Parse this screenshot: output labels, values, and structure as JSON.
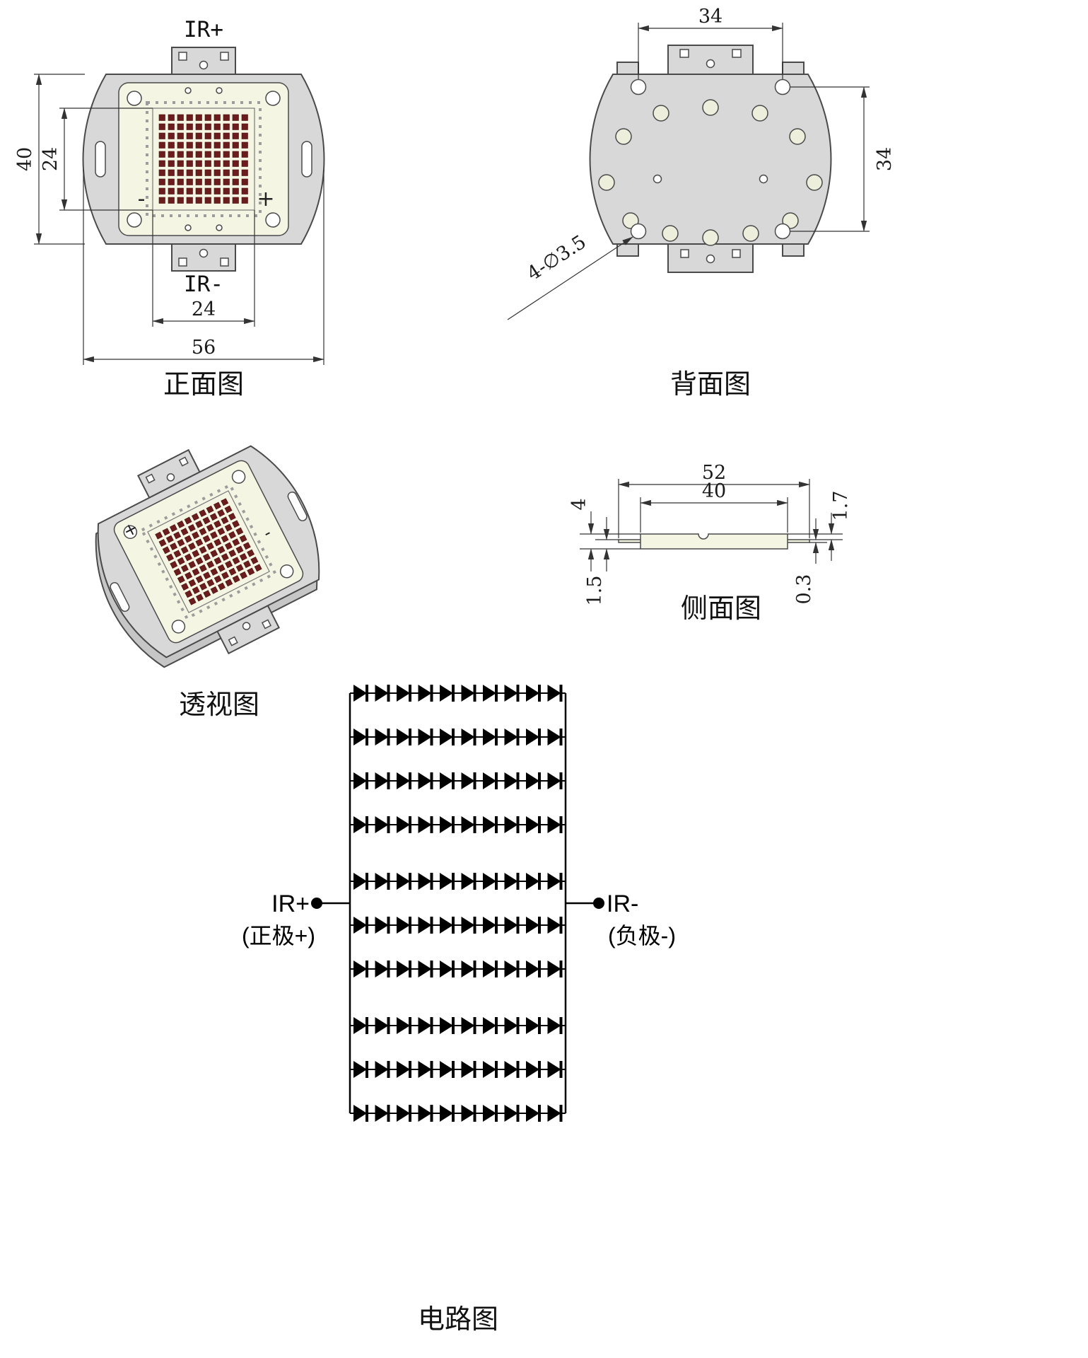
{
  "colors": {
    "outline": "#4a4a4a",
    "dim_line": "#333333",
    "body_fill": "#d8d8d8",
    "pcb_fill": "#f5f5e3",
    "hole_fill": "#ffffff",
    "ring_hole_fill": "#eeeedd",
    "led_fill": "#6b1c1c",
    "diode_fill": "#000000"
  },
  "front_view": {
    "title": "正面图",
    "label_top": "IR+",
    "label_bottom": "IR-",
    "polarity_plus": "+",
    "polarity_minus": "-",
    "dim_outer_height": "40",
    "dim_led_height": "24",
    "dim_led_width": "24",
    "dim_outer_width": "56",
    "led_rows": 10,
    "led_cols": 10
  },
  "back_view": {
    "title": "背面图",
    "dim_hole_span_h": "34",
    "dim_hole_span_v": "34",
    "hole_callout": "4-∅3.5"
  },
  "perspective_view": {
    "title": "透视图",
    "polarity_plus": "+",
    "polarity_minus": "-",
    "led_rows": 10,
    "led_cols": 10
  },
  "side_view": {
    "title": "侧面图",
    "dim_total_width": "52",
    "dim_body_width": "40",
    "dim_total_height": "4",
    "dim_top_thickness": "1.7",
    "dim_base_thickness": "1.5",
    "dim_lead_thickness": "0.3"
  },
  "circuit": {
    "title": "电路图",
    "anode_label": "IR+",
    "anode_note": "(正极+)",
    "cathode_label": "IR-",
    "cathode_note": "(负极-)",
    "rows": 10,
    "cols": 10
  }
}
